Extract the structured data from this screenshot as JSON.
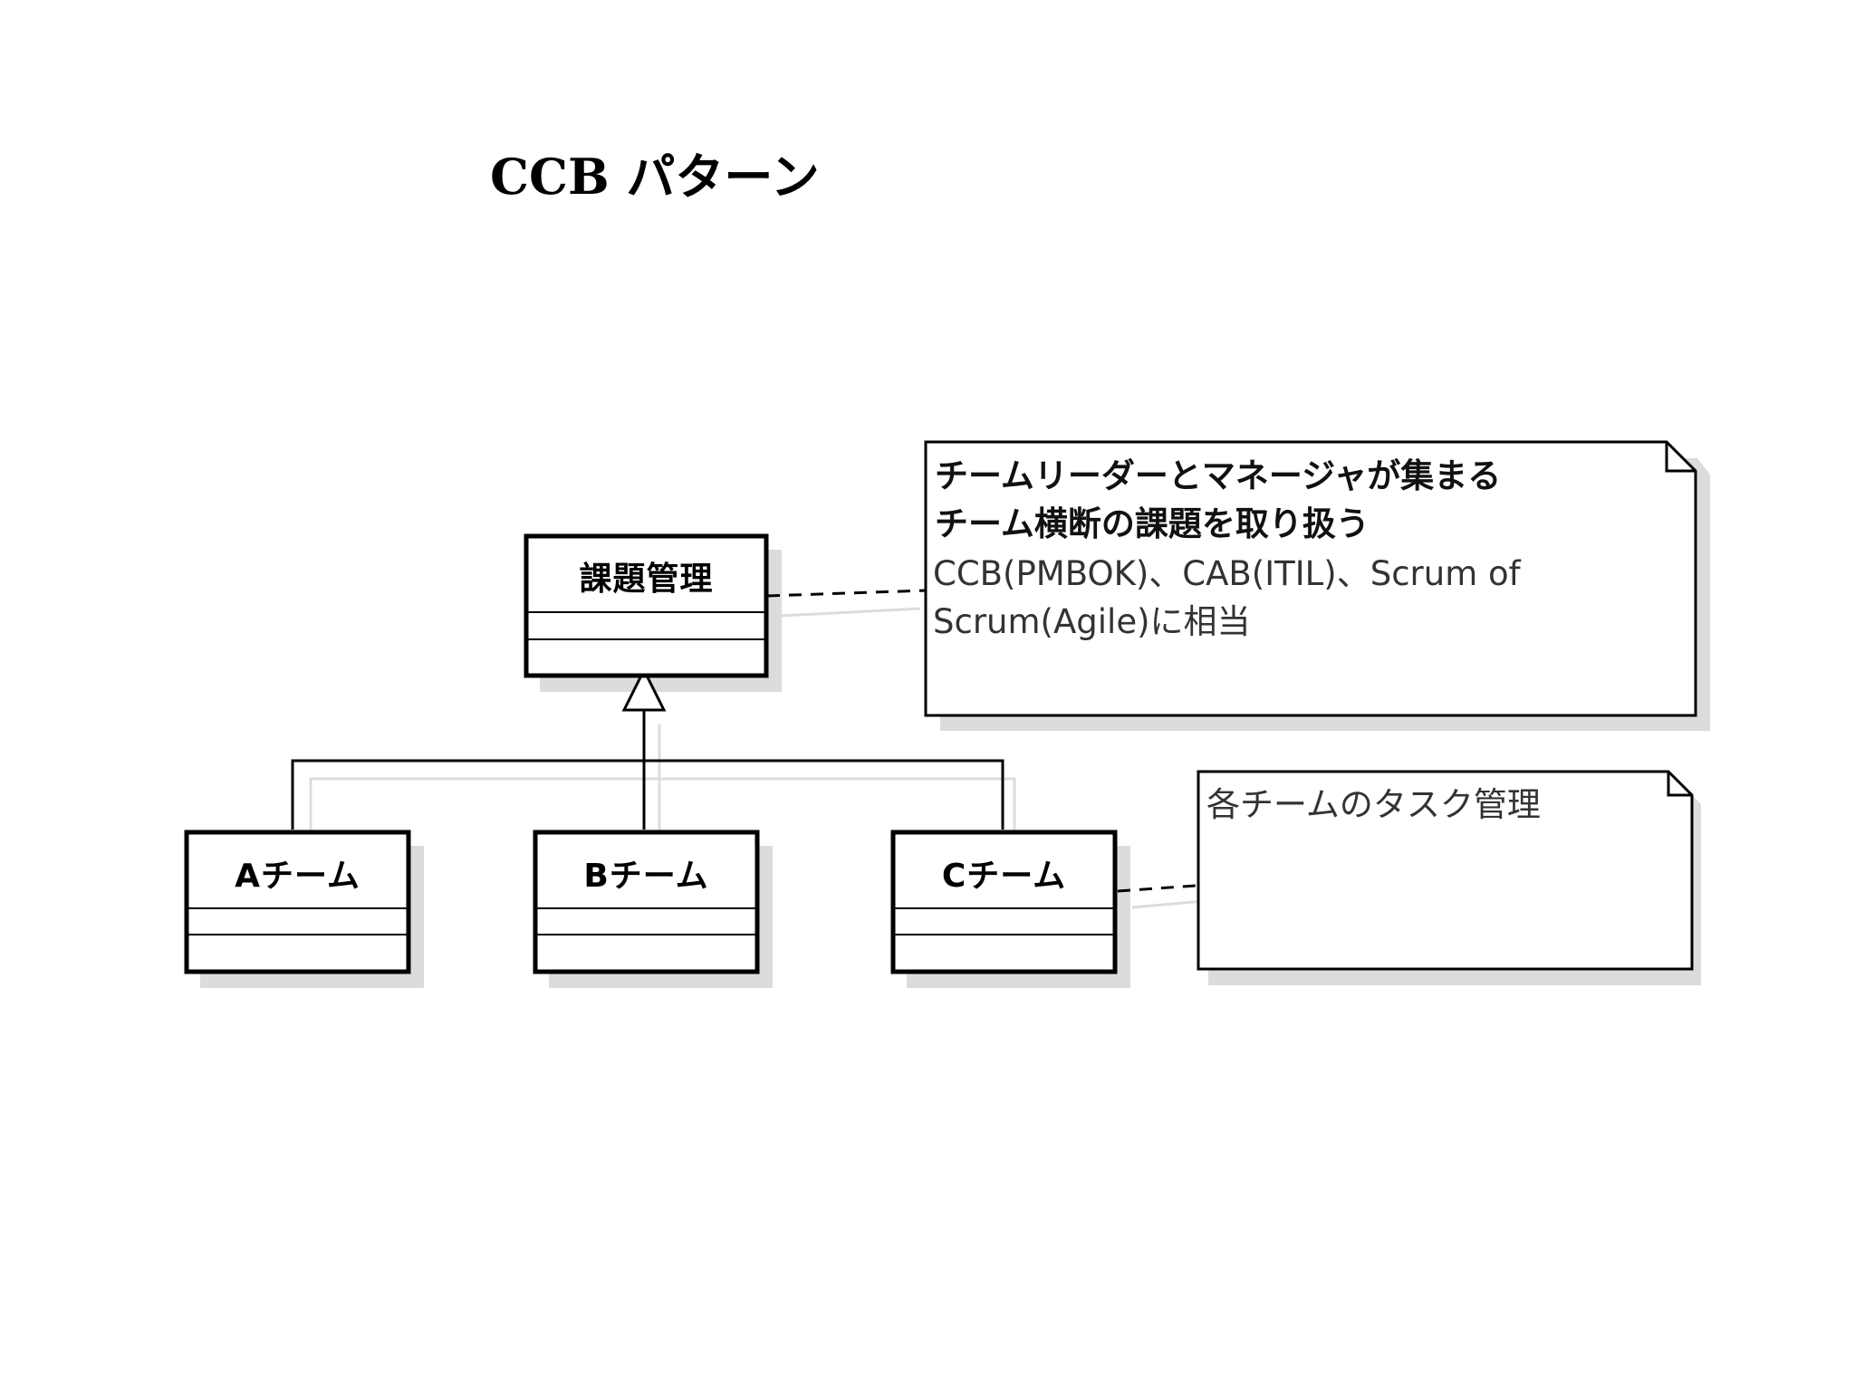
{
  "title": "CCB パターン",
  "classes": {
    "parent": "課題管理",
    "team_a": "Aチーム",
    "team_b": "Bチーム",
    "team_c": "Cチーム"
  },
  "notes": {
    "ccb": {
      "line1": "チームリーダーとマネージャが集まる",
      "line2": "チーム横断の課題を取り扱う",
      "line3": "CCB(PMBOK)、CAB(ITIL)、Scrum of",
      "line4": "Scrum(Agile)に相当"
    },
    "team": {
      "line1": "各チームのタスク管理"
    }
  }
}
